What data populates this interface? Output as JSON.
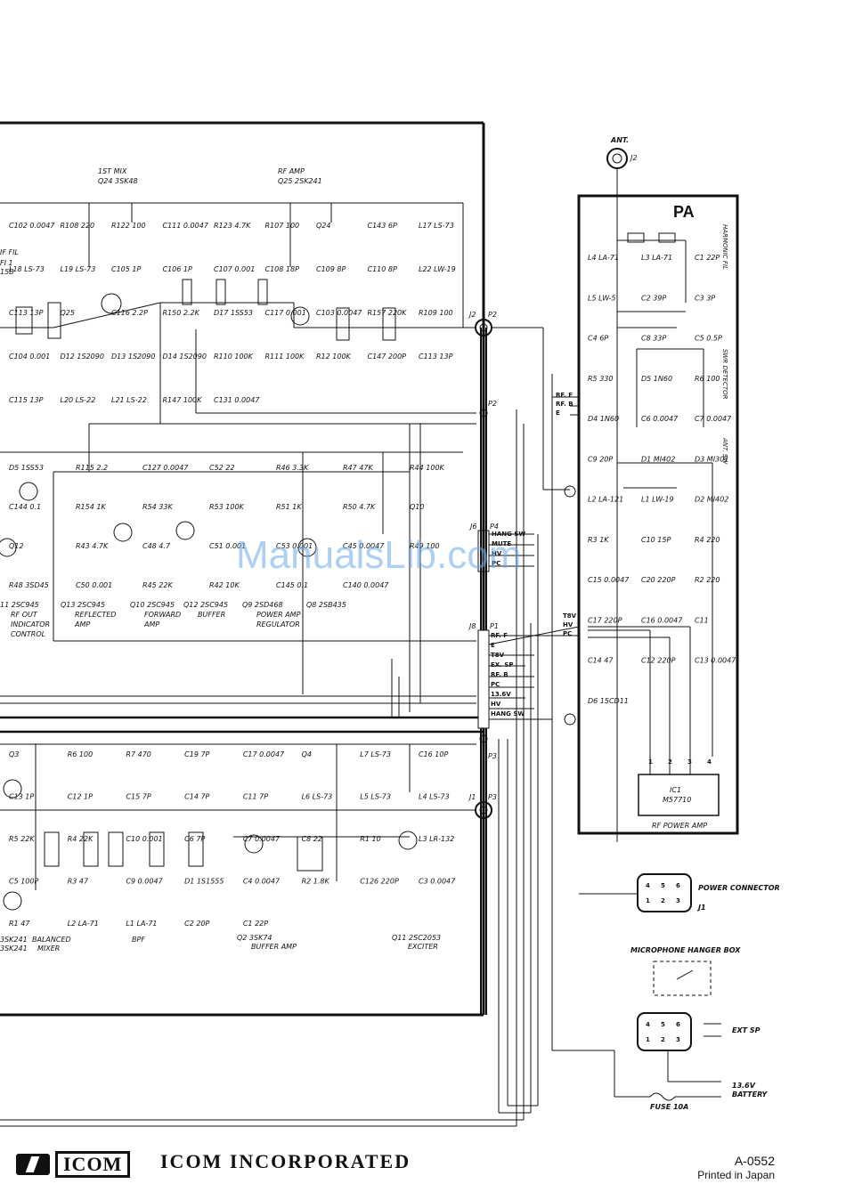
{
  "watermark": "ManualsLib.com",
  "sections": {
    "pa_title": "PA",
    "harmonic_fil": "HARMONIC FIL",
    "swr_detector": "SWR DETECTOR",
    "ant_sw": "ANT. SW",
    "rf_power_amp": "RF POWER AMP",
    "power_connector": "POWER CONNECTOR",
    "power_connector_ref": "J1",
    "microphone_hanger_box": "MICROPHONE HANGER BOX",
    "ext_sp": "EXT SP",
    "battery_v": "13.6V",
    "battery": "BATTERY",
    "fuse": "FUSE 10A",
    "ant": "ANT.",
    "ant_ref": "J2"
  },
  "stage_labels": {
    "first_mix": "1ST MIX",
    "first_mix_q": "Q24 3SK48",
    "rf_amp": "RF AMP",
    "rf_amp_q": "Q25 2SK241",
    "if_fil": "IF FIL",
    "if_fil_ref": "FI 1",
    "if_fil_part": "15B",
    "q13": "Q13 2SC945",
    "q13_func": "REFLECTED",
    "q13_func2": "AMP",
    "q10": "Q10 2SC945",
    "q10_func": "FORWARD",
    "q10_func2": "AMP",
    "q12": "Q12 2SC945",
    "q12_func": "BUFFER",
    "q9": "Q9 2SD468",
    "q9_func": "POWER AMP",
    "q9_func2": "REGULATOR",
    "q8": "Q8 2SB435",
    "q11_left": "11 2SC945",
    "rf_out": "RF OUT",
    "indicator": "INDICATOR",
    "control": "CONTROL",
    "balanced": "BALANCED",
    "mixer": "MIXER",
    "sk241a": "3SK241",
    "sk241b": "3SK241",
    "bpf": "BPF",
    "q2": "Q2 3SK74",
    "q2_func": "BUFFER AMP",
    "q11": "Q11 2SC2053",
    "q11_func": "EXCITER",
    "ic1": "IC1",
    "ic1_part": "M57710"
  },
  "connectors": {
    "j2": "J2",
    "p2": "P2",
    "p2b": "P2",
    "j6": "J6",
    "p4": "P4",
    "j8": "J8",
    "p1": "P1",
    "p3": "P3",
    "j1": "J1",
    "p3b": "P3",
    "p4_pins": [
      "HANG SW",
      "MUTE",
      "HV",
      "PC"
    ],
    "p1_pins": [
      "RF. F",
      "E",
      "T8V",
      "EX. SP",
      "RF. B",
      "PC",
      "13.6V",
      "HV",
      "HANG SW"
    ],
    "pa_inputs": [
      "RF. F",
      "RF. B",
      "E"
    ],
    "pa_power": [
      "T8V",
      "HV",
      "PC"
    ],
    "ic1_pins": [
      "1",
      "2",
      "3",
      "4"
    ],
    "power_pins": [
      "4",
      "5",
      "6",
      "1",
      "2",
      "3"
    ],
    "mic_pins": [
      "4",
      "5",
      "6",
      "1",
      "2",
      "3"
    ]
  },
  "components_top": [
    "C102 0.0047",
    "R108 220",
    "R122 100",
    "C111 0.0047",
    "R123 4.7K",
    "R107 100",
    "Q24",
    "C143 6P",
    "L17 LS-73",
    "L18 LS-73",
    "L19 LS-73",
    "C105 1P",
    "C106 1P",
    "C107 0.001",
    "C108 18P",
    "C109 8P",
    "C110 8P",
    "L22 LW-19",
    "C113 13P",
    "Q25",
    "C116 2.2P",
    "R150 2.2K",
    "D17 1SS53",
    "C117 0.001",
    "C103 0.0047",
    "R157 220K",
    "R109 100",
    "C104 0.001",
    "D12 1S2090",
    "D13 1S2090",
    "D14 1S2090",
    "R110 100K",
    "R111 100K",
    "R12 100K",
    "C147 200P",
    "C113 13P",
    "C115 13P",
    "L20 LS-22",
    "L21 LS-22",
    "R147 100K",
    "C131 0.0047"
  ],
  "components_mid": [
    "D5 1SS53",
    "R115 2.2",
    "C127 0.0047",
    "C52 22",
    "R46 3.3K",
    "R47 47K",
    "R44 100K",
    "C144 0.1",
    "R154 1K",
    "R54 33K",
    "R53 100K",
    "R51 1K",
    "R50 4.7K",
    "Q10",
    "Q12",
    "R43 4.7K",
    "C48 4.7",
    "C51 0.001",
    "C53 0.001",
    "C45 0.0047",
    "R49 100",
    "R48 3SD45",
    "C50 0.001",
    "R45 22K",
    "R42 10K",
    "C145 0.1",
    "C140 0.0047"
  ],
  "components_bottom": [
    "Q3",
    "R6 100",
    "R7 470",
    "C19 7P",
    "C17 0.0047",
    "Q4",
    "L7 LS-73",
    "C16 10P",
    "C13 1P",
    "C12 1P",
    "C15 7P",
    "C14 7P",
    "C11 7P",
    "L6 LS-73",
    "L5 LS-73",
    "L4 LS-73",
    "R5 22K",
    "R4 22K",
    "C10 0.001",
    "C6 7P",
    "C7 0.0047",
    "C8 22",
    "R1 10",
    "L3 LR-132",
    "C5 100P",
    "R3 47",
    "C9 0.0047",
    "D1 1S1555",
    "C4 0.0047",
    "R2 1.8K",
    "C126 220P",
    "C3 0.0047",
    "R1 47",
    "L2 LA-71",
    "L1 LA-71",
    "C2 20P",
    "C1 22P"
  ],
  "components_pa": [
    "L4 LA-71",
    "L3 LA-71",
    "C1 22P",
    "L5 LW-5",
    "C2 39P",
    "C3 3P",
    "C4 6P",
    "C8 33P",
    "C5 0.5P",
    "R5 330",
    "D5 1N60",
    "R6 100",
    "D4 1N60",
    "C6 0.0047",
    "C7 0.0047",
    "C9 20P",
    "D1 MI402",
    "D3 MI301",
    "L2 LA-121",
    "L1 LW-19",
    "D2 MI402",
    "R3 1K",
    "C10 15P",
    "R4 220",
    "C15 0.0047",
    "C20 220P",
    "R2 220",
    "C17 220P",
    "C16 0.0047",
    "C11",
    "C14 47",
    "C12 220P",
    "C13 0.0047",
    "D6 15CD11"
  ],
  "footer": {
    "logo": "ICOM",
    "company": "ICOM INCORPORATED",
    "doc_number": "A-0552",
    "printed": "Printed in Japan"
  }
}
